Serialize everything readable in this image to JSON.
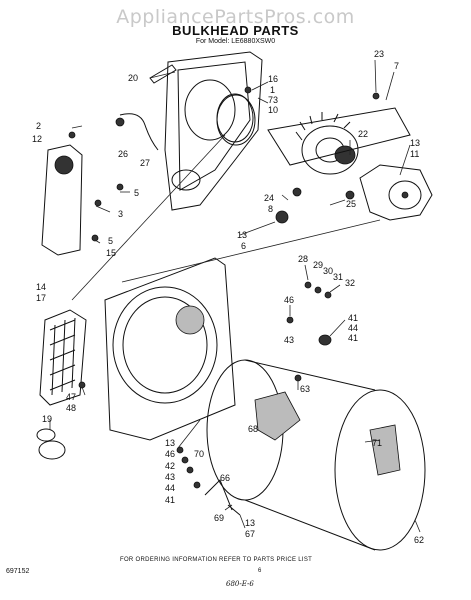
{
  "watermark": "AppliancePartsPros.com",
  "title": "BULKHEAD PARTS",
  "model": "For Model: LE6880XSW0",
  "footer": "FOR ORDERING INFORMATION REFER TO PARTS PRICE LIST",
  "doc_number": "697152",
  "page_mark": "6",
  "handwritten_note": "680-E-6",
  "callouts": [
    {
      "id": "c-23",
      "text": "23"
    },
    {
      "id": "c-7",
      "text": "7"
    },
    {
      "id": "c-16",
      "text": "16"
    },
    {
      "id": "c-1",
      "text": "1"
    },
    {
      "id": "c-73",
      "text": "73"
    },
    {
      "id": "c-10",
      "text": "10"
    },
    {
      "id": "c-20",
      "text": "20"
    },
    {
      "id": "c-2",
      "text": "2"
    },
    {
      "id": "c-12",
      "text": "12"
    },
    {
      "id": "c-26",
      "text": "26"
    },
    {
      "id": "c-27",
      "text": "27"
    },
    {
      "id": "c-22",
      "text": "22"
    },
    {
      "id": "c-13a",
      "text": "13"
    },
    {
      "id": "c-11",
      "text": "11"
    },
    {
      "id": "c-5a",
      "text": "5"
    },
    {
      "id": "c-3",
      "text": "3"
    },
    {
      "id": "c-24",
      "text": "24"
    },
    {
      "id": "c-8",
      "text": "8"
    },
    {
      "id": "c-25",
      "text": "25"
    },
    {
      "id": "c-5b",
      "text": "5"
    },
    {
      "id": "c-15",
      "text": "15"
    },
    {
      "id": "c-13b",
      "text": "13"
    },
    {
      "id": "c-6",
      "text": "6"
    },
    {
      "id": "c-28",
      "text": "28"
    },
    {
      "id": "c-29",
      "text": "29"
    },
    {
      "id": "c-30",
      "text": "30"
    },
    {
      "id": "c-31",
      "text": "31"
    },
    {
      "id": "c-32",
      "text": "32"
    },
    {
      "id": "c-14",
      "text": "14"
    },
    {
      "id": "c-17",
      "text": "17"
    },
    {
      "id": "c-46a",
      "text": "46"
    },
    {
      "id": "c-41a",
      "text": "41"
    },
    {
      "id": "c-44a",
      "text": "44"
    },
    {
      "id": "c-41b",
      "text": "41"
    },
    {
      "id": "c-43",
      "text": "43"
    },
    {
      "id": "c-63",
      "text": "63"
    },
    {
      "id": "c-47",
      "text": "47"
    },
    {
      "id": "c-48",
      "text": "48"
    },
    {
      "id": "c-19",
      "text": "19"
    },
    {
      "id": "c-68",
      "text": "68"
    },
    {
      "id": "c-13c",
      "text": "13"
    },
    {
      "id": "c-46b",
      "text": "46"
    },
    {
      "id": "c-42a",
      "text": "42"
    },
    {
      "id": "c-43b",
      "text": "43"
    },
    {
      "id": "c-44b",
      "text": "44"
    },
    {
      "id": "c-41c",
      "text": "41"
    },
    {
      "id": "c-70",
      "text": "70"
    },
    {
      "id": "c-66",
      "text": "66"
    },
    {
      "id": "c-69",
      "text": "69"
    },
    {
      "id": "c-71",
      "text": "71"
    },
    {
      "id": "c-13d",
      "text": "13"
    },
    {
      "id": "c-67",
      "text": "67"
    },
    {
      "id": "c-62",
      "text": "62"
    }
  ]
}
